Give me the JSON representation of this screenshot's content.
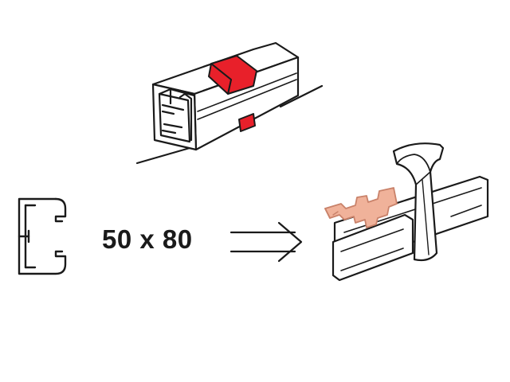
{
  "dimension_label": "50 x 80",
  "colors": {
    "outline": "#1a1a1a",
    "fill": "#ffffff",
    "joint_band": "#e8202a",
    "joint_band_shadow": "#b81820",
    "copper_plate": "#f0b29a",
    "copper_plate_edge": "#c9826a"
  },
  "icons": {
    "duct_joint": "trunking-with-red-joint-cover",
    "cross_section": "trunking-cross-section-profile",
    "arrow": "double-line-arrow",
    "accessory": "end-cap-with-earthing-plate"
  }
}
